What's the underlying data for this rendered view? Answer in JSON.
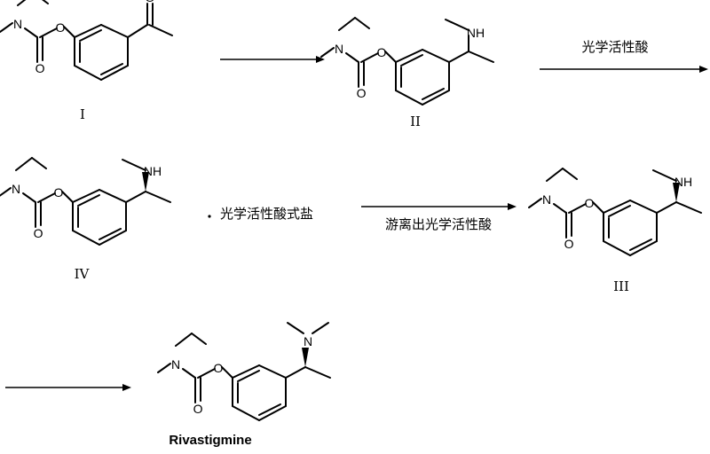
{
  "atoms": {
    "n": "N",
    "o": "O",
    "nh": "NH"
  },
  "compounds": {
    "c1": {
      "label": "I"
    },
    "c2": {
      "label": "II"
    },
    "c3": {
      "label": "III"
    },
    "c4": {
      "label": "IV"
    },
    "c5": {
      "label": "Rivastigmine"
    }
  },
  "reactions": {
    "r2": {
      "reagent": "光学活性酸"
    },
    "r3": {
      "reagent": "游离出光学活性酸"
    }
  },
  "salt": {
    "text": "光学活性酸式盐"
  }
}
